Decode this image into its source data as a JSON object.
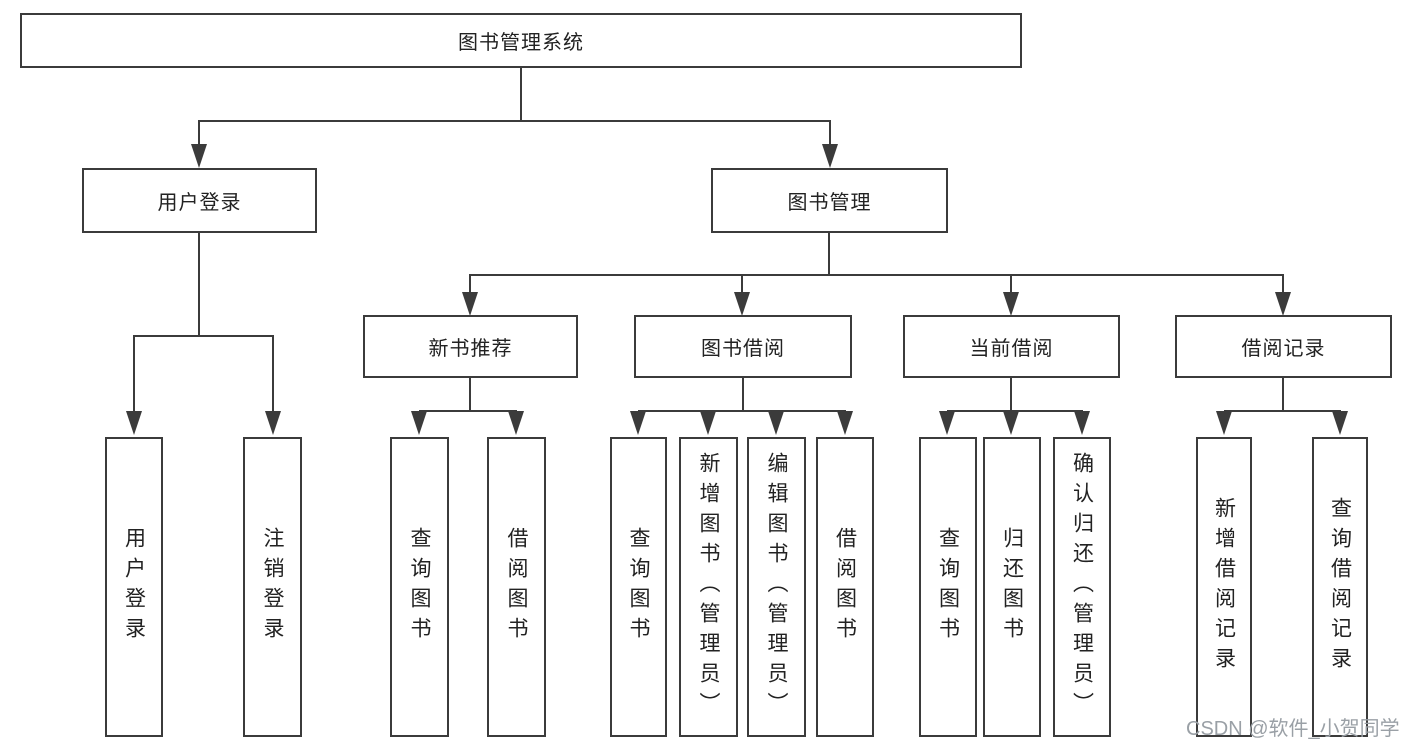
{
  "diagram": {
    "type": "tree",
    "title": "图书管理系统",
    "children": [
      {
        "label": "用户登录",
        "children": [
          {
            "label": "用户登录"
          },
          {
            "label": "注销登录"
          }
        ]
      },
      {
        "label": "图书管理",
        "children": [
          {
            "label": "新书推荐",
            "children": [
              {
                "label": "查询图书"
              },
              {
                "label": "借阅图书"
              }
            ]
          },
          {
            "label": "图书借阅",
            "children": [
              {
                "label": "查询图书"
              },
              {
                "label": "新增图书（管理员）"
              },
              {
                "label": "编辑图书（管理员）"
              },
              {
                "label": "借阅图书"
              }
            ]
          },
          {
            "label": "当前借阅",
            "children": [
              {
                "label": "查询图书"
              },
              {
                "label": "归还图书"
              },
              {
                "label": "确认归还（管理员）"
              }
            ]
          },
          {
            "label": "借阅记录",
            "children": [
              {
                "label": "新增借阅记录"
              },
              {
                "label": "查询借阅记录"
              }
            ]
          }
        ]
      }
    ]
  },
  "watermark": {
    "text": "CSDN @软件_小贺同学"
  },
  "colors": {
    "line": "#3b3b3b",
    "text": "#222222",
    "box_background": "#ffffff",
    "watermark": "#9aa0a6",
    "background": "#ffffff"
  }
}
